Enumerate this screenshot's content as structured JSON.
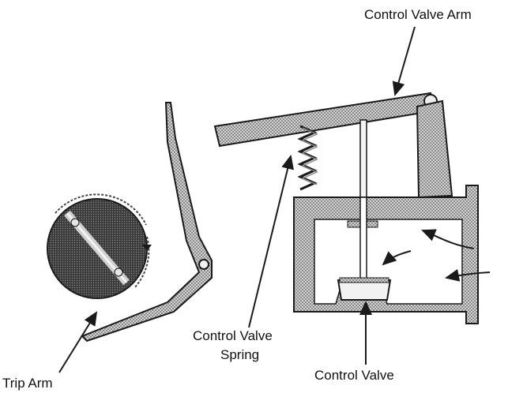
{
  "labels": {
    "control_valve_arm": "Control Valve Arm",
    "control_valve_spring_line1": "Control Valve",
    "control_valve_spring_line2": "Spring",
    "control_valve": "Control Valve",
    "trip_arm": "Trip Arm"
  },
  "colors": {
    "ink": "#1a1a1a",
    "stipple_light": "#bdbdbd",
    "stipple_dark": "#3a3a3a",
    "background": "#ffffff"
  }
}
